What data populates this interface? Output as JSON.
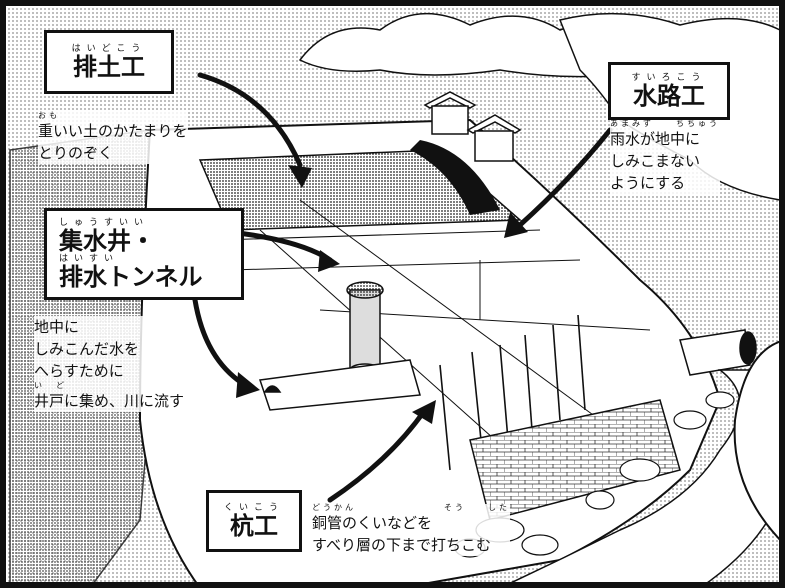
{
  "labels": {
    "haidoko": {
      "ruby": "はいどこう",
      "title": "排土工",
      "desc_ruby": "おも",
      "desc": [
        "重いい土のかたまりを",
        "とりのぞく"
      ]
    },
    "suiroko": {
      "ruby": "すいろこう",
      "title": "水路工",
      "desc_ruby": "あまみず　　ちちゅう",
      "desc": [
        "雨水が地中に",
        "しみこまない",
        "ようにする"
      ]
    },
    "shusuii": {
      "ruby1": "しゅうすいい",
      "title1": "集水井・",
      "ruby2": "はいすい",
      "title2": "排水トンネル",
      "desc_ruby": "い　ど",
      "desc": [
        "地中に",
        "しみこんだ水を",
        "へらすために",
        "井戸に集め、川に流す"
      ]
    },
    "kuiko": {
      "ruby": "くいこう",
      "title": "杭工",
      "desc_ruby": "どうかん　　　　　　　　そう　　した",
      "desc": [
        "銅管のくいなどを",
        "すべり層の下まで打ちこむ"
      ]
    }
  },
  "colors": {
    "ink": "#111111",
    "paper": "#ffffff",
    "tone": "#9a9a9a"
  }
}
